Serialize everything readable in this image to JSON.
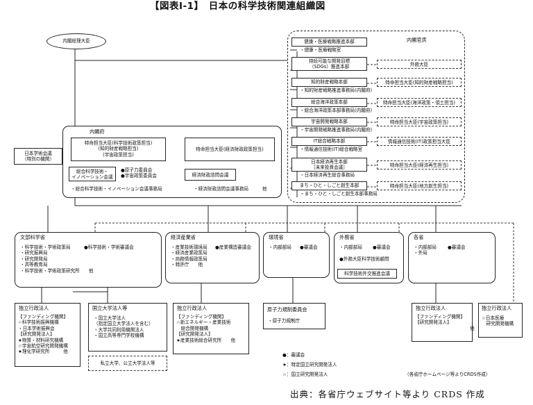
{
  "title": "【図表Ⅰ-1】　日本の科学技術関連組織図",
  "source": "出典：各省庁ウェブサイト等より CRDS 作成",
  "pm": "内閣総理大臣",
  "cabinet_secretariat": {
    "label": "内閣官房",
    "hqs": [
      {
        "name": "健康・医療戦略推進本部",
        "sub": "・健康・医療戦略室",
        "minister": ""
      },
      {
        "name": "持続可能な開発目標\n（SDGs）推進本部",
        "sub": "",
        "minister": "外務大臣"
      },
      {
        "name": "知的財産戦略本部",
        "sub": "・知的財産戦略推進事務局(内閣府)",
        "minister": "特命担当大臣(知的財産戦略担当)"
      },
      {
        "name": "総合海洋政策本部",
        "sub": "・総合海洋政策本部事務局(内閣府)",
        "minister": "特命担当大臣(海洋政策・領土担当)"
      },
      {
        "name": "宇宙開発戦略本部",
        "sub": "・宇宙開発戦略推進事務局(内閣府)",
        "minister": "特命担当大臣(宇宙政策担当)"
      },
      {
        "name": "IT総合戦略本部",
        "sub": "・情報通信技術(IT)総合戦略室",
        "minister": "情報通信技術(IT)政策担当大臣"
      },
      {
        "name": "日本経済再生本部\n［未来投資会議］",
        "sub": "・日本経済再生総合事務局",
        "minister": "特命担当大臣(経済再生担当)"
      },
      {
        "name": "まち・ひと・しごと創生本部",
        "sub": "・まち・ひと・しごと創生本部事務局",
        "minister": "特命担当大臣(地方創生担当)"
      }
    ]
  },
  "cabinet_office": {
    "label": "内閣府",
    "minister_sci": "特命担当大臣(科学技術政策担当)\n(知的財産戦略担当)\n(宇宙政策担当)",
    "minister_econ": "特命担当大臣(経済財政政策担当)",
    "cstip": "総合科学技術・\nイノベーション会議",
    "councils": "●原子力委員会\n●宇宙政策委員会",
    "cstip_office": "・総合科学技術・イノベーション会議事務局",
    "cefp": "経済財政諮問会議",
    "cefp_office": "・経済財政諮問会議事務局　　　他"
  },
  "scj": "日本学術会議\n（特別の機関）",
  "ministries": {
    "mext": {
      "name": "文部科学省",
      "items": "・科学技術・学術政策局\n・研究振興局\n・研究開発局\n・高等教育局\n・科学技術・学術政策研究所　　他",
      "council": "●科学技術・学術審議会"
    },
    "meti": {
      "name": "経済産業省",
      "items": "・産業技術環境局\n・経済産業政策局\n・商務情報政策局\n・特許庁　　他",
      "council": "●産業構造審議会"
    },
    "env": {
      "name": "環境省",
      "items": "・内部部局",
      "council": "●審議会"
    },
    "mofa": {
      "name": "外務省",
      "items": "・内部部局",
      "council": "●審議会",
      "advisor": "●外務大臣科学技術顧問",
      "network": "科学技術外交推進会議"
    },
    "others": {
      "name": "各省",
      "items": "・内部部局\n・外局",
      "council": "●審議会"
    }
  },
  "bottom": {
    "mext_iai": {
      "name": "独立行政法人",
      "text": "【ファンディング機関】\n☆科学技術振興機構\n・日本学術振興会\n【研究開発法人】\n★物質・材料研究機構\n☆宇宙航空研究開発機構\n★理化学研究所　　　他"
    },
    "univ": {
      "name": "国立大学法人等",
      "text": "・国立大学法人\n（指定国立大学法人を含む）\n・大学共同利用機関法人\n・国立高等専門学校機構"
    },
    "private": "私立大学、公立大学法人等",
    "meti_iai": {
      "name": "独立行政法人",
      "text": "【ファンディング機関】\n☆新エネルギー・産業技術\n　総合開発機構\n【研究開発法人】\n★産業技術総合研究所　　他"
    },
    "nra": {
      "name": "原子力規制委員会",
      "text": "・原子力規制庁"
    },
    "others_iai": {
      "name": "独立行政法人",
      "text": "【ファンディング機関】\n【研究開発法人】\n　　　　　　　　　　　　他"
    },
    "amed": {
      "name": "独立行政法人",
      "text": "☆日本医療\n　研究開発機構"
    }
  },
  "legend": [
    "●：審議会",
    "★：特定国立研究開発法人",
    "☆：国立研究開発法人"
  ],
  "note": "（各省庁ホームページ等よりCRDS作成）"
}
